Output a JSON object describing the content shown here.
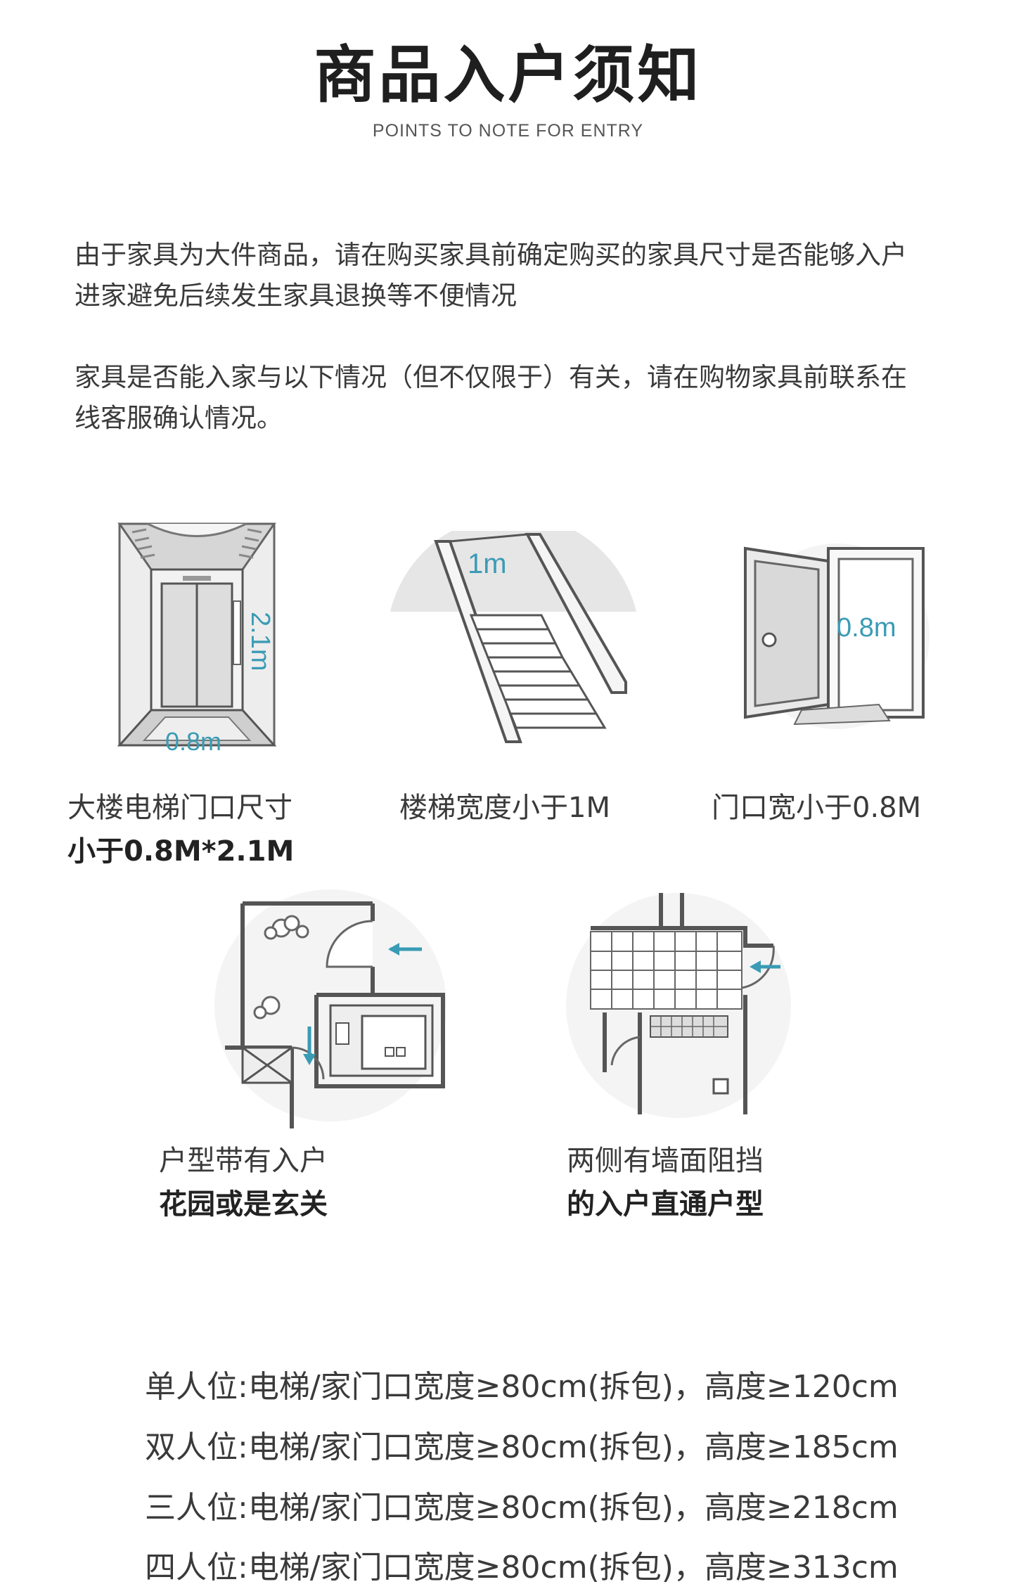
{
  "header": {
    "title": "商品入户须知",
    "subtitle": "POINTS TO NOTE FOR ENTRY"
  },
  "intro": {
    "para1_line1": "由于家具为大件商品，请在购买家具前确定购买的家具尺寸是否能够入户",
    "para1_line2": "进家避免后续发生家具退换等不便情况",
    "para2_line1": "家具是否能入家与以下情况（但不仅限于）有关，请在购物家具前联系在",
    "para2_line2": "线客服确认情况。"
  },
  "cases": [
    {
      "icon": "elevator-icon",
      "line1": "大楼电梯门口尺寸",
      "line2": "小于0.8M*2.1M",
      "dim_height": "2.1m",
      "dim_width": "0.8m"
    },
    {
      "icon": "staircase-icon",
      "line1": "楼梯宽度小于1M",
      "dim_width": "1m"
    },
    {
      "icon": "door-icon",
      "line1": "门口宽小于0.8M",
      "dim_width": "0.8m"
    },
    {
      "icon": "garden-entry-floorplan-icon",
      "line1": "户型带有入户",
      "line2": "花园或是玄关"
    },
    {
      "icon": "walled-entry-floorplan-icon",
      "line1": "两侧有墙面阻挡",
      "line2": "的入户直通户型"
    }
  ],
  "requirements": [
    "单人位:电梯/家门口宽度≥80cm(拆包)，高度≥120cm",
    "双人位:电梯/家门口宽度≥80cm(拆包)，高度≥185cm",
    "三人位:电梯/家门口宽度≥80cm(拆包)，高度≥218cm",
    "四人位:电梯/家门口宽度≥80cm(拆包)，高度≥313cm"
  ],
  "colors": {
    "accent": "#3a9bb5",
    "line": "#555555",
    "fill": "#e4e4e4"
  }
}
